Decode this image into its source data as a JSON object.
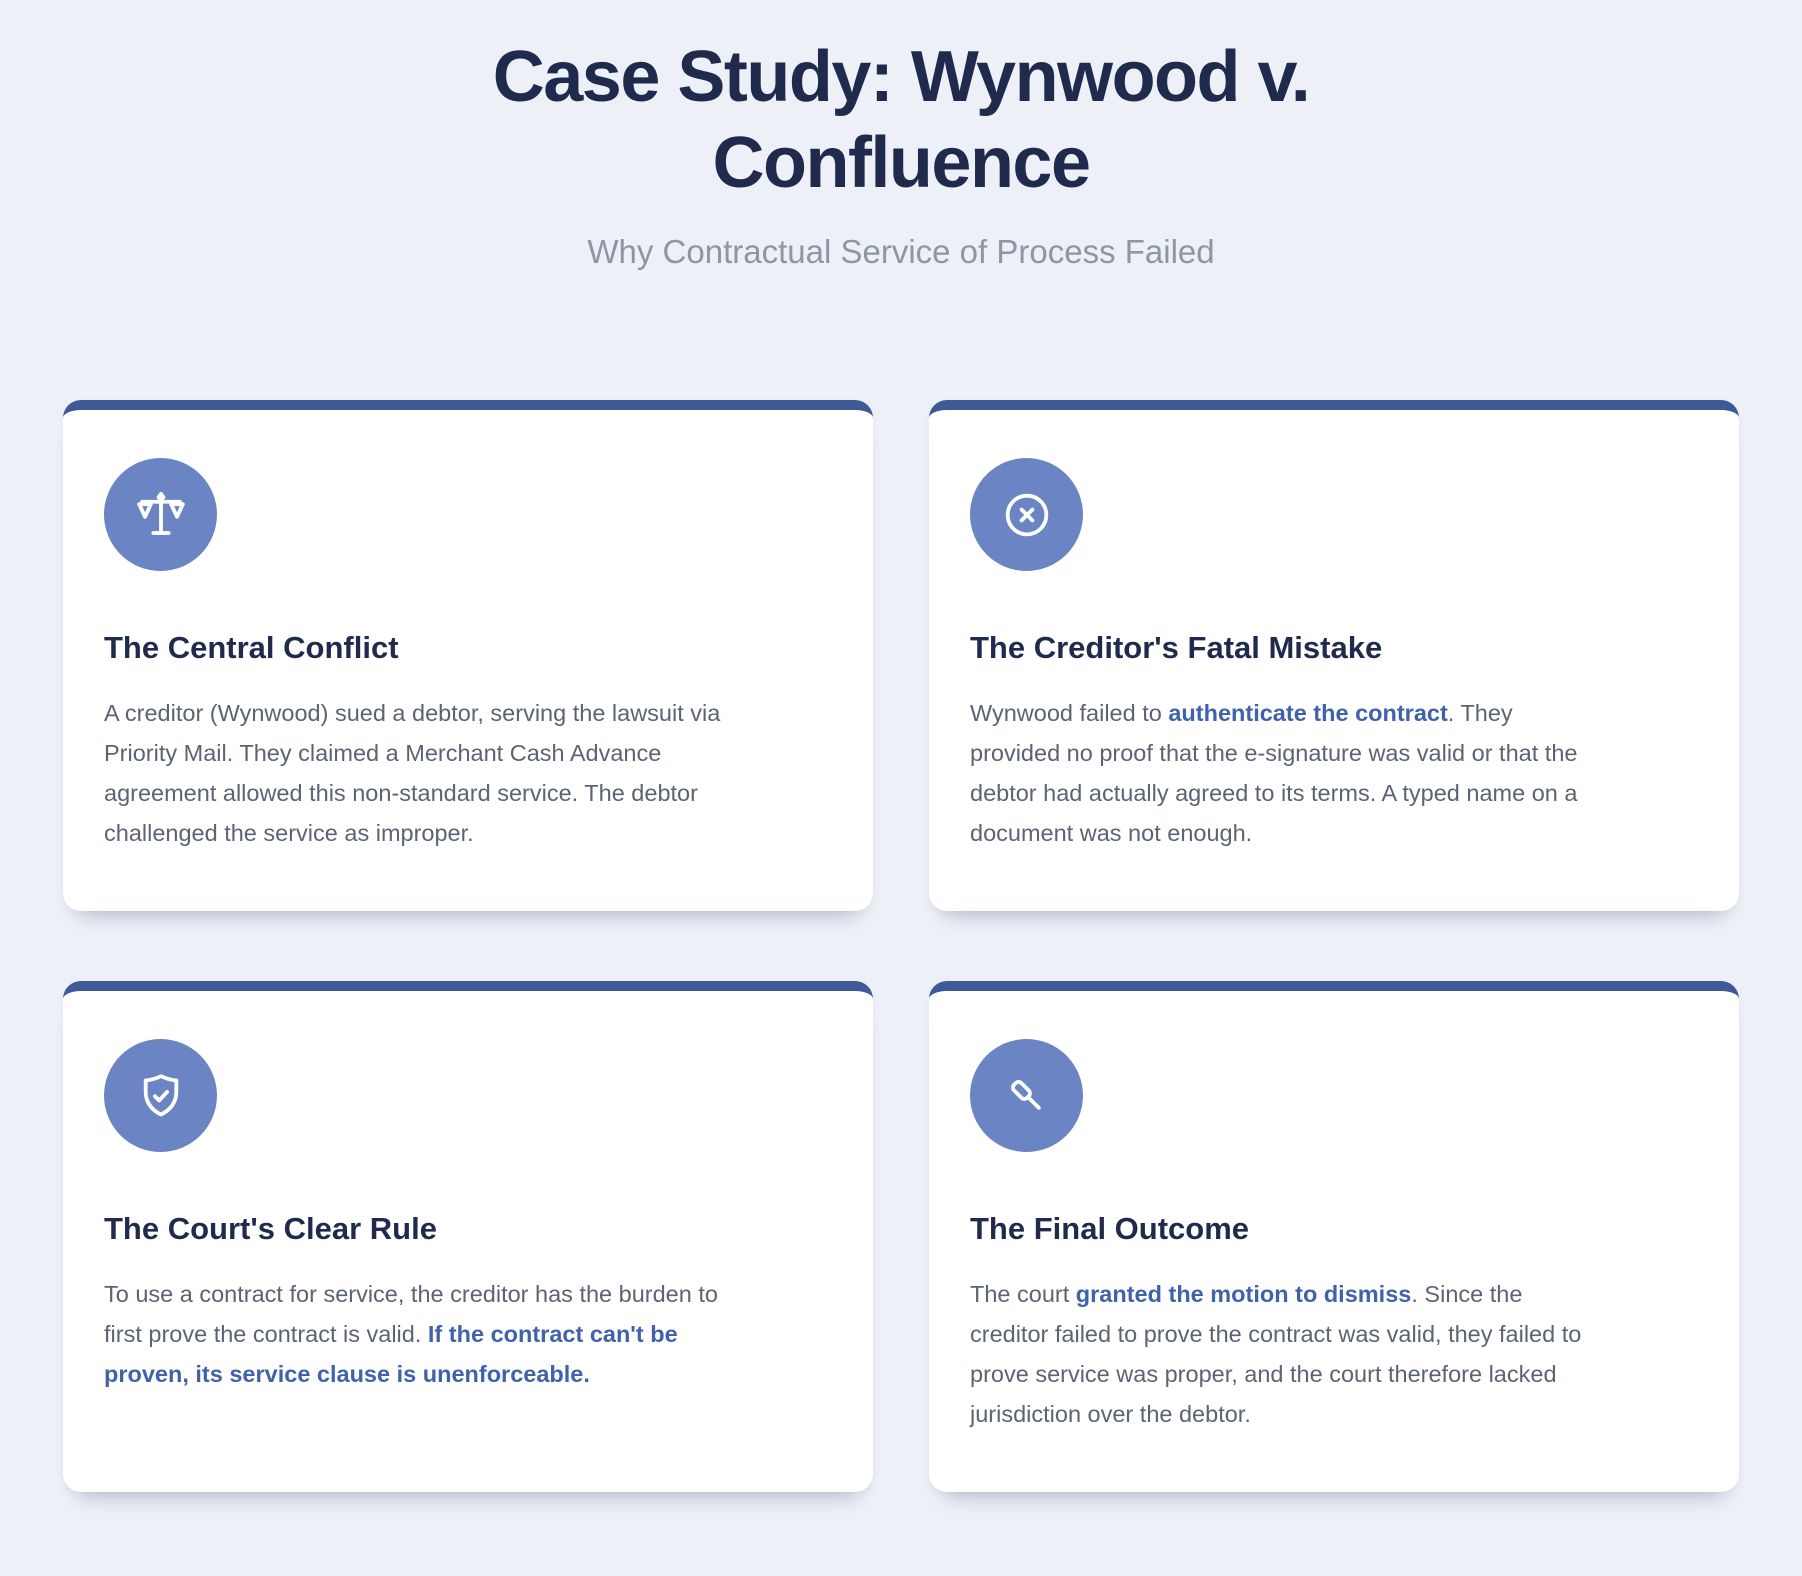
{
  "header": {
    "title": "Case Study: Wynwood v. Confluence",
    "subtitle": "Why Contractual Service of Process Failed"
  },
  "colors": {
    "background": "#edf1f7",
    "card_background": "#ffffff",
    "card_top_border": "#3d5a96",
    "icon_circle": "#6b85c4",
    "heading_text": "#1f2a4d",
    "body_text": "#5b6472",
    "emphasis_text": "#4062ab",
    "subtitle_text": "#8e96a5"
  },
  "cards": [
    {
      "icon": "scales-icon",
      "heading": "The Central Conflict",
      "body": [
        {
          "text": "A creditor (Wynwood) sued a debtor, serving the lawsuit via Priority Mail. They claimed a Merchant Cash Advance agreement allowed this non-standard service. The debtor challenged the service as improper.",
          "bold": false
        }
      ]
    },
    {
      "icon": "x-circle-icon",
      "heading": "The Creditor's Fatal Mistake",
      "body": [
        {
          "text": "Wynwood failed to ",
          "bold": false
        },
        {
          "text": "authenticate the contract",
          "bold": true
        },
        {
          "text": ". They provided no proof that the e-signature was valid or that the debtor had actually agreed to its terms. A typed name on a document was not enough.",
          "bold": false
        }
      ]
    },
    {
      "icon": "shield-check-icon",
      "heading": "The Court's Clear Rule",
      "body": [
        {
          "text": "To use a contract for service, the creditor has the burden to first prove the contract is valid. ",
          "bold": false
        },
        {
          "text": "If the contract can't be proven, its service clause is unenforceable.",
          "bold": true
        }
      ]
    },
    {
      "icon": "gavel-icon",
      "heading": "The Final Outcome",
      "body": [
        {
          "text": "The court ",
          "bold": false
        },
        {
          "text": "granted the motion to dismiss",
          "bold": true
        },
        {
          "text": ". Since the creditor failed to prove the contract was valid, they failed to prove service was proper, and the court therefore lacked jurisdiction over the debtor.",
          "bold": false
        }
      ]
    }
  ]
}
